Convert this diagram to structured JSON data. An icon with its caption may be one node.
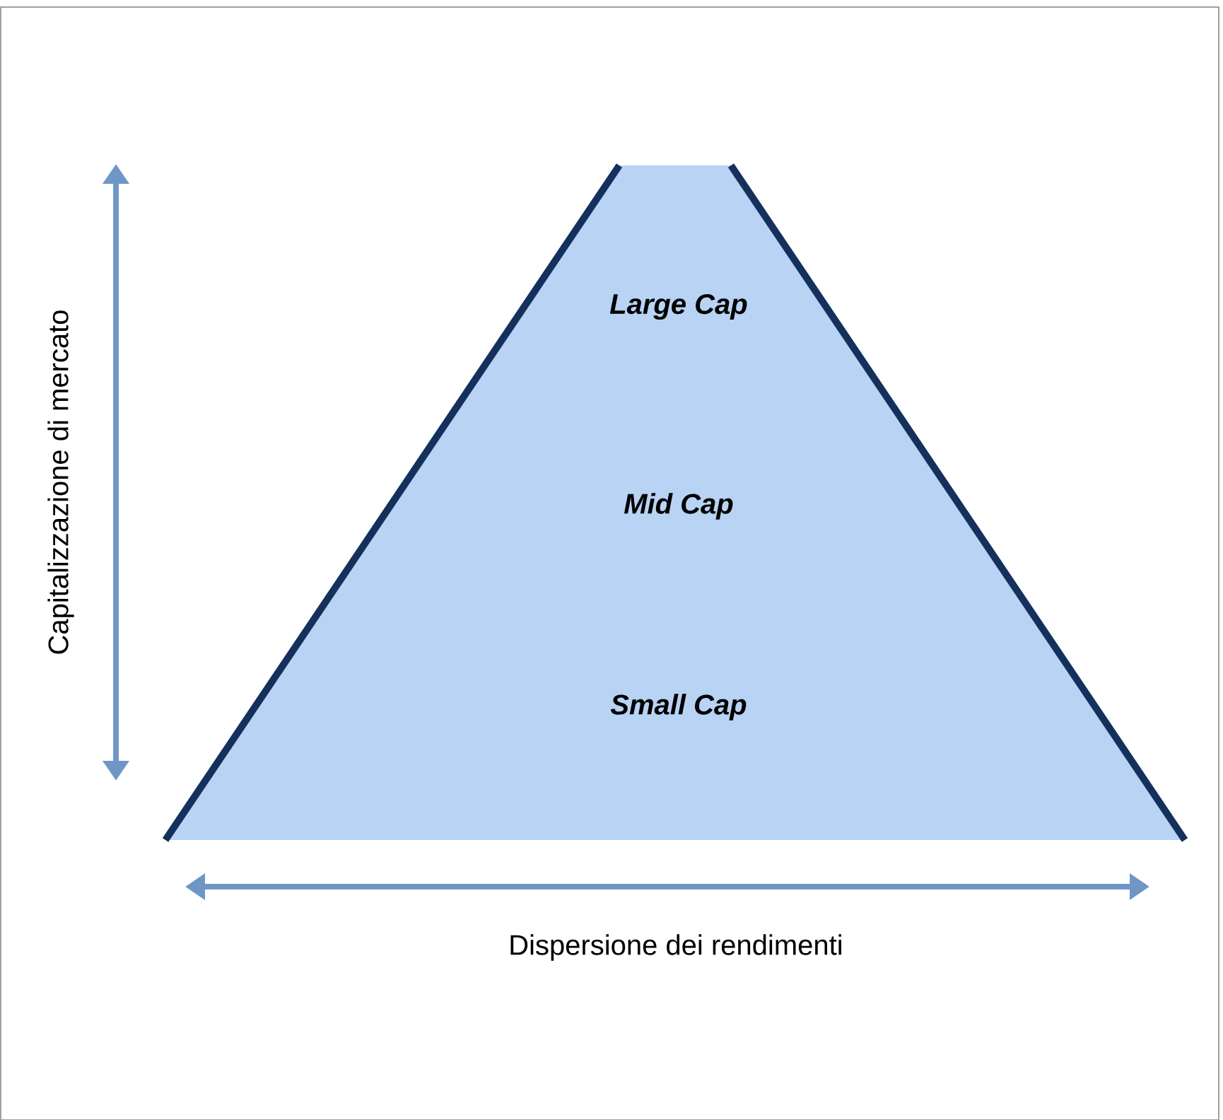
{
  "diagram": {
    "nodes": [
      {
        "text": [
          "Large Cap",
          "Mid Cap",
          "Small Cap"
        ]
      }
    ],
    "labels": [
      "Capitalizzazione di mercato",
      "Dispersione dei rendimenti"
    ]
  }
}
